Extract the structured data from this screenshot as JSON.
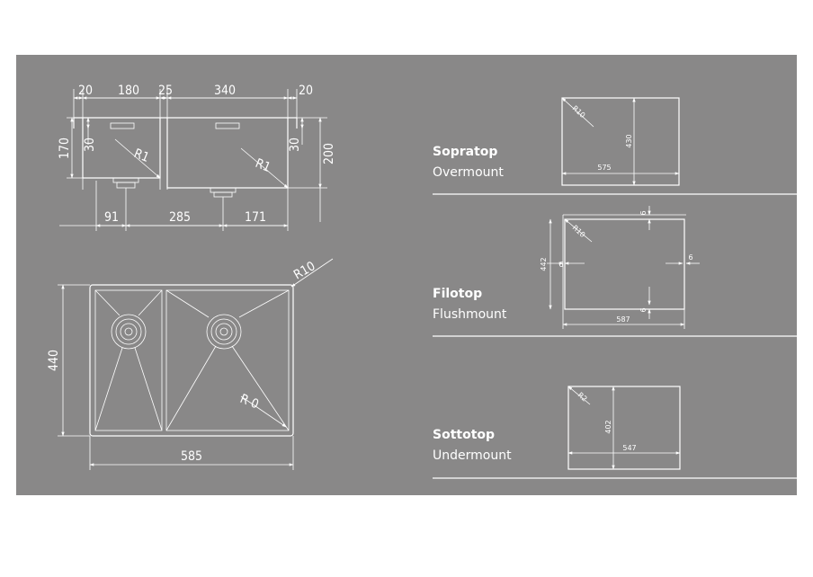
{
  "top_view": {
    "widths": [
      "20",
      "180",
      "25",
      "340",
      "20"
    ],
    "left_height": "170",
    "left_inner": "30",
    "right_inner": "30",
    "right_height": "200",
    "radius_left": "R1",
    "radius_right": "R1",
    "bottom": [
      "91",
      "285",
      "171"
    ]
  },
  "plan_view": {
    "height": "440",
    "width": "585",
    "corner_radius": "R10",
    "inner_radius": "R 0"
  },
  "installs": [
    {
      "title": "Sopratop",
      "subtitle": "Overmount",
      "width": "575",
      "height": "430",
      "radius": "R10"
    },
    {
      "title": "Filotop",
      "subtitle": "Flushmount",
      "width": "587",
      "height": "442",
      "radius": "R10",
      "offset": "6"
    },
    {
      "title": "Sottotop",
      "subtitle": "Undermount",
      "width": "547",
      "height": "402",
      "radius": "R2"
    }
  ]
}
